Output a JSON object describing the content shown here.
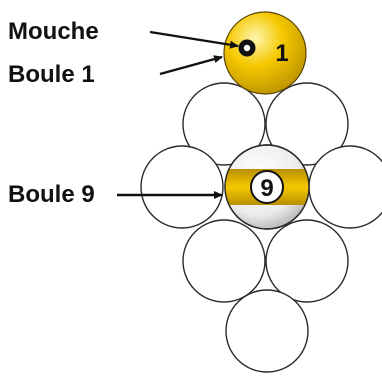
{
  "labels": {
    "mouche": "Mouche",
    "boule1": "Boule 1",
    "boule9": "Boule 9"
  },
  "ball_numbers": {
    "one": "1",
    "nine": "9"
  },
  "colors": {
    "ball_yellow": "#f2c200",
    "outline": "#2a2a2a",
    "arrow": "#111111"
  }
}
